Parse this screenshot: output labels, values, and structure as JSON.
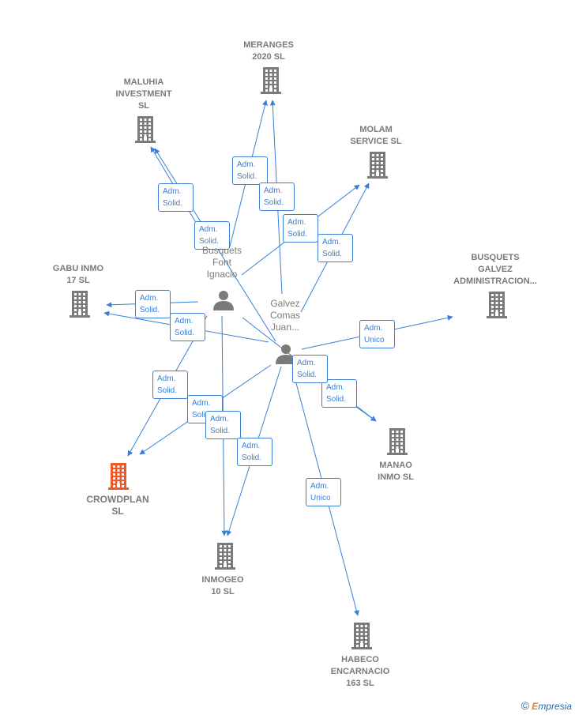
{
  "colors": {
    "edge": "#3a7fd5",
    "building": "#7a7a7a",
    "highlight": "#f05a28",
    "person": "#7a7a7a"
  },
  "companies": [
    {
      "id": "meranges",
      "label": "MERANGES\n2020  SL",
      "highlight": false
    },
    {
      "id": "maluhia",
      "label": "MALUHIA\nINVESTMENT\nSL",
      "highlight": false
    },
    {
      "id": "molam",
      "label": "MOLAM\nSERVICE SL",
      "highlight": false
    },
    {
      "id": "gabu",
      "label": "GABU INMO\n17  SL",
      "highlight": false
    },
    {
      "id": "busquets_galvez",
      "label": "BUSQUETS\nGALVEZ\nADMINISTRACION...",
      "highlight": false
    },
    {
      "id": "crowdplan",
      "label": "CROWDPLAN\nSL",
      "highlight": true
    },
    {
      "id": "manao",
      "label": "MANAO\nINMO  SL",
      "highlight": false
    },
    {
      "id": "inmogeo",
      "label": "INMOGEO\n10 SL",
      "highlight": false
    },
    {
      "id": "habeco",
      "label": "HABECO\nENCARNACIO\n163  SL",
      "highlight": false
    }
  ],
  "persons": [
    {
      "id": "busquets",
      "label": "Busquets\nFont\nIgnacio"
    },
    {
      "id": "galvez",
      "label": "Galvez\nComas\nJuan..."
    }
  ],
  "edges": [
    {
      "from": "busquets",
      "to": "meranges",
      "label": "Adm.\nSolid."
    },
    {
      "from": "galvez",
      "to": "meranges",
      "label": "Adm.\nSolid."
    },
    {
      "from": "busquets",
      "to": "maluhia",
      "label": "Adm.\nSolid."
    },
    {
      "from": "galvez",
      "to": "maluhia",
      "label": "Adm.\nSolid."
    },
    {
      "from": "busquets",
      "to": "molam",
      "label": "Adm.\nSolid."
    },
    {
      "from": "galvez",
      "to": "molam",
      "label": "Adm.\nSolid."
    },
    {
      "from": "busquets",
      "to": "gabu",
      "label": "Adm.\nSolid."
    },
    {
      "from": "galvez",
      "to": "gabu",
      "label": "Adm.\nSolid."
    },
    {
      "from": "galvez",
      "to": "busquets_galvez",
      "label": "Adm.\nUnico"
    },
    {
      "from": "busquets",
      "to": "crowdplan",
      "label": "Adm.\nSolid."
    },
    {
      "from": "galvez",
      "to": "crowdplan",
      "label": "Adm.\nSolid."
    },
    {
      "from": "busquets",
      "to": "manao",
      "label": "Adm.\nSolid."
    },
    {
      "from": "galvez",
      "to": "manao",
      "label": "Adm.\nSolid."
    },
    {
      "from": "busquets",
      "to": "inmogeo",
      "label": "Adm.\nSolid."
    },
    {
      "from": "galvez",
      "to": "inmogeo",
      "label": "Adm.\nSolid."
    },
    {
      "from": "galvez",
      "to": "habeco",
      "label": "Adm.\nUnico"
    }
  ],
  "brand": {
    "symbol": "©",
    "initial": "E",
    "rest": "mpresia"
  }
}
